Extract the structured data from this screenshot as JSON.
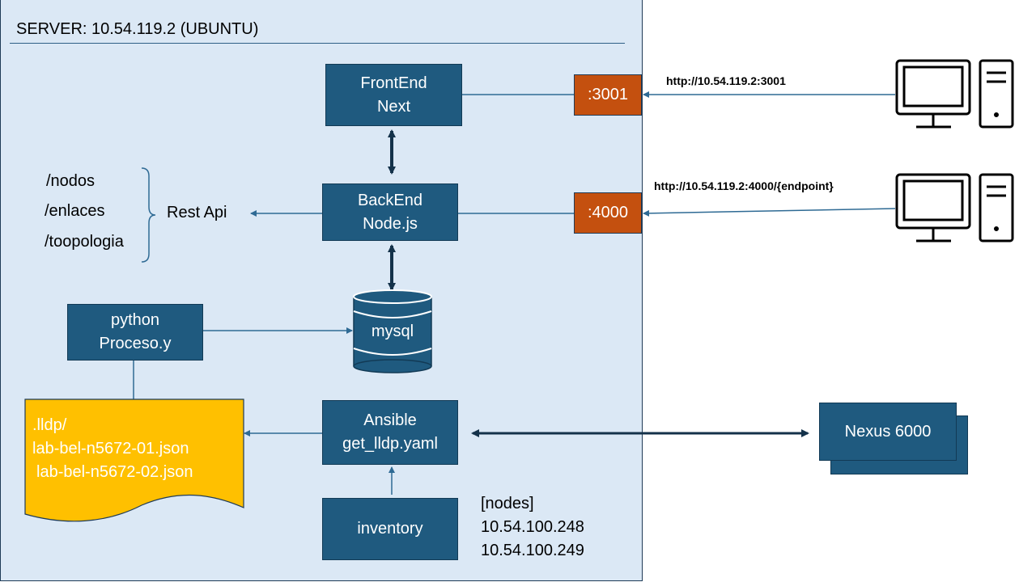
{
  "server": {
    "title": "SERVER: 10.54.119.2 (UBUNTU)"
  },
  "frontend": {
    "line1": "FrontEnd",
    "line2": "Next"
  },
  "backend": {
    "line1": "BackEnd",
    "line2": "Node.js"
  },
  "python": {
    "line1": "python",
    "line2": "Proceso.y"
  },
  "database": {
    "label": "mysql"
  },
  "ansible": {
    "line1": "Ansible",
    "line2": "get_lldp.yaml"
  },
  "inventory": {
    "label": "inventory",
    "nodes_header": "[nodes]",
    "nodes": [
      "10.54.100.248",
      "10.54.100.249"
    ]
  },
  "lldp_doc": {
    "lines": [
      ".lldp/",
      "lab-bel-n5672-01.json",
      "lab-bel-n5672-02.json"
    ]
  },
  "rest": {
    "label": "Rest Api",
    "endpoints": [
      "/nodos",
      "/enlaces",
      "/toopologia"
    ]
  },
  "ports": {
    "frontend": ":3001",
    "backend": ":4000"
  },
  "clients": {
    "url_frontend": "http://10.54.119.2:3001",
    "url_backend": "http://10.54.119.2:4000/{endpoint}"
  },
  "nexus": {
    "label": "Nexus 6000"
  },
  "colors": {
    "panel_bg": "#dbe8f5",
    "box_fill": "#1f5a7f",
    "port_fill": "#c4500f",
    "document_fill": "#ffc000",
    "line": "#2e6a94"
  },
  "icons": [
    "desktop-computer-icon",
    "desktop-computer-icon",
    "database-cylinder-icon",
    "curly-brace-icon"
  ]
}
